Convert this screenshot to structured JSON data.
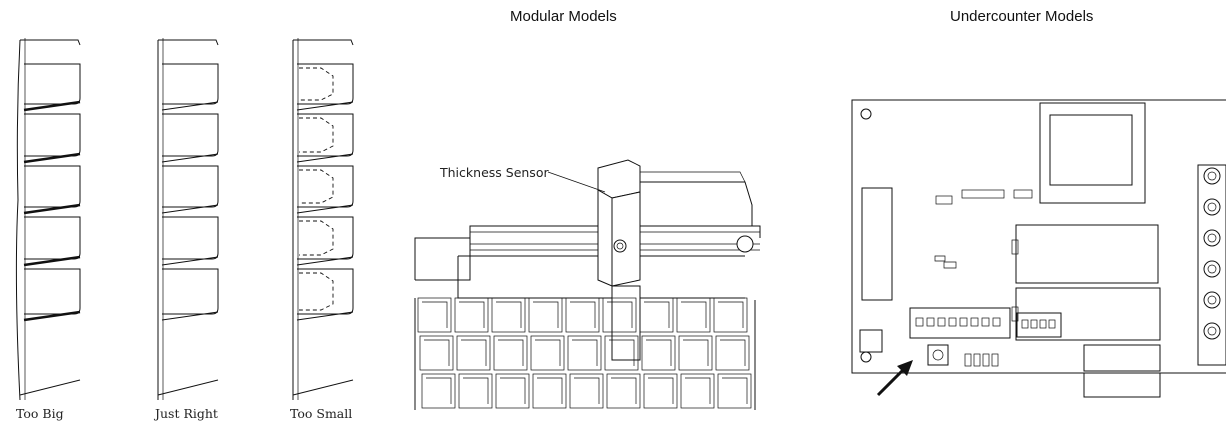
{
  "headings": {
    "modular": "Modular Models",
    "undercounter": "Undercounter Models"
  },
  "ice_bridge": {
    "captions": [
      "Too Big",
      "Just Right",
      "Too Small"
    ]
  },
  "modular_diagram": {
    "callout": "Thickness Sensor"
  },
  "undercounter_diagram": {
    "arrow_icon": "arrow-pointing-to-dip-switch-icon"
  }
}
